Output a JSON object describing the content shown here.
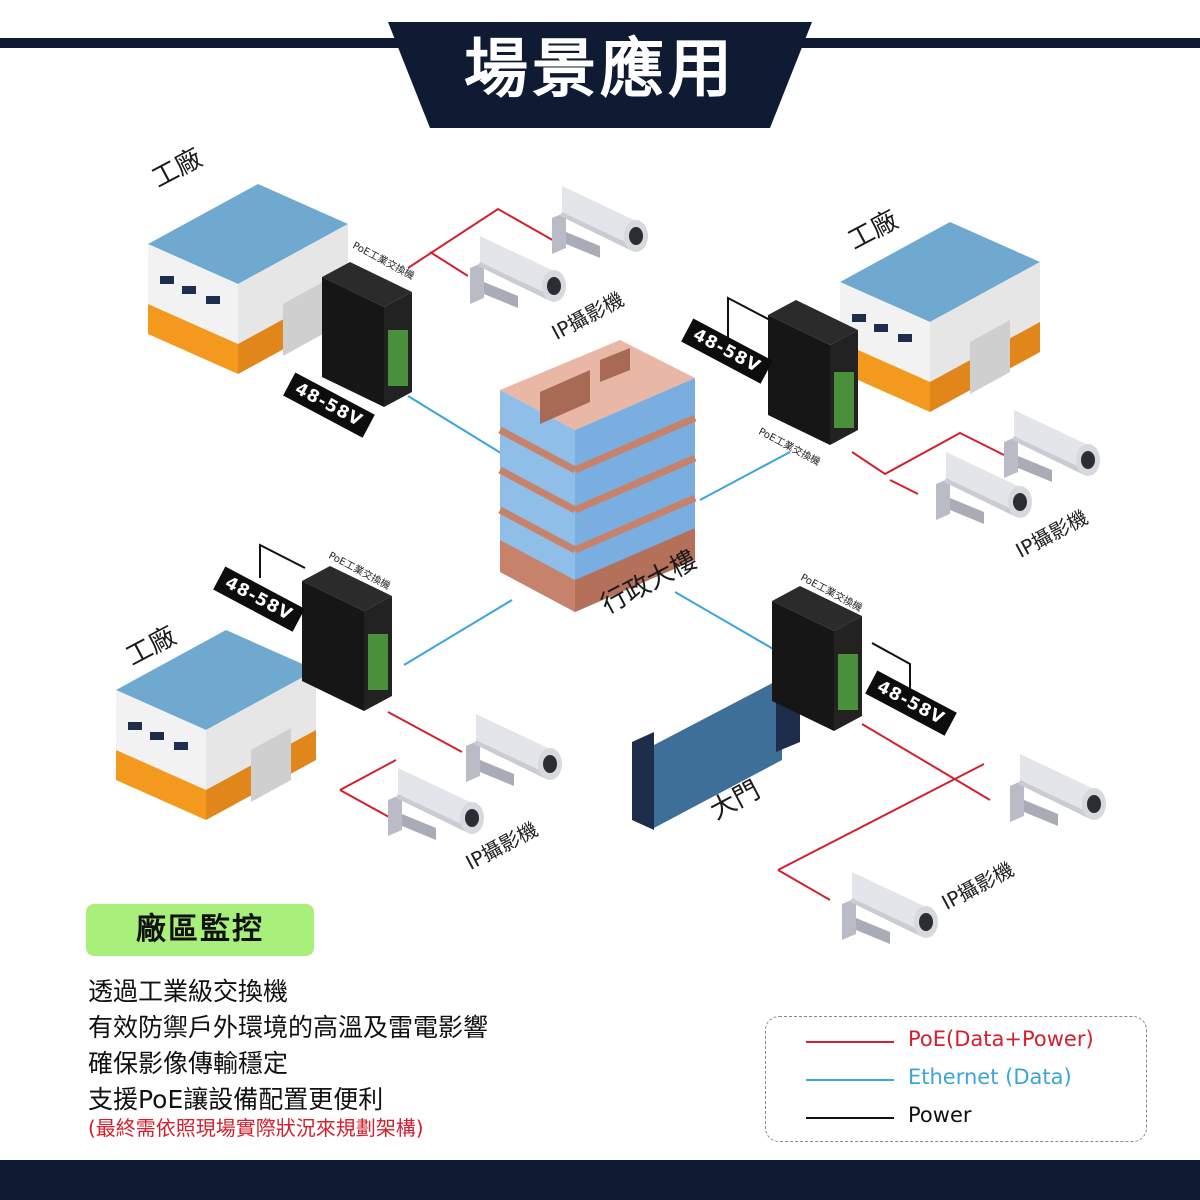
{
  "title": "場景應用",
  "colors": {
    "navy": "#0f1a33",
    "poe": "#d3202f",
    "ethernet": "#3aa6d8",
    "power": "#111111",
    "badge": "#a8f07a",
    "roof": "#6fa9cf",
    "orange": "#f39a1e",
    "glass": "#8fbfe8",
    "brick": "#c6826b"
  },
  "labels": {
    "factory": "工廠",
    "admin_building": "行政大樓",
    "gate": "大門",
    "ip_camera": "IP攝影機",
    "switch": "PoE工業交換機",
    "voltage": "48-58V"
  },
  "badge": "廠區監控",
  "description": [
    "透過工業級交換機",
    "有效防禦戶外環境的高溫及雷電影響",
    "確保影像傳輸穩定",
    "支援PoE讓設備配置更便利"
  ],
  "note": "(最終需依照現場實際狀況來規劃架構)",
  "legend": [
    {
      "label": "PoE(Data+Power)",
      "type": "poe"
    },
    {
      "label": "Ethernet (Data)",
      "type": "ethernet"
    },
    {
      "label": "Power",
      "type": "power"
    }
  ]
}
